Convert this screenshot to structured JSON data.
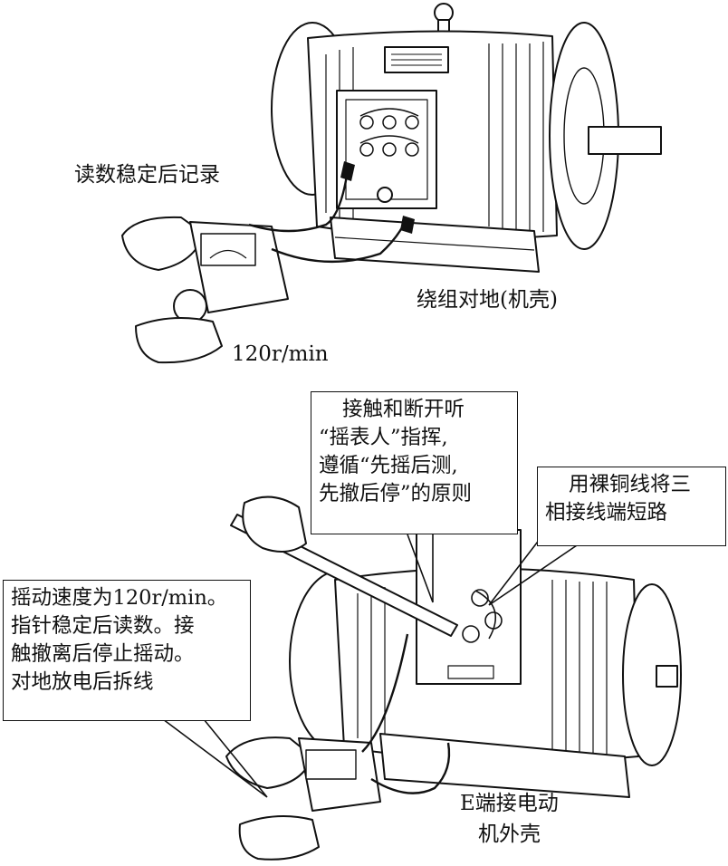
{
  "labels": {
    "record_after_stable": "读数稳定后记录",
    "winding_to_ground": "绕组对地(机壳)",
    "speed_top": "120r/min",
    "e_terminal_line1": "E端接电动",
    "e_terminal_line2": "机外壳"
  },
  "callouts": {
    "listen_command": [
      "接触和断开听",
      "“摇表人”指挥,",
      "遵循“先摇后测,",
      "先撤后停”的原则"
    ],
    "short_circuit": [
      "用裸铜线将三",
      "相接线端短路"
    ],
    "procedure": [
      "摇动速度为120r/min。",
      "指针稳定后读数。接",
      "触撤离后停止摇动。",
      "对地放电后拆线"
    ]
  }
}
